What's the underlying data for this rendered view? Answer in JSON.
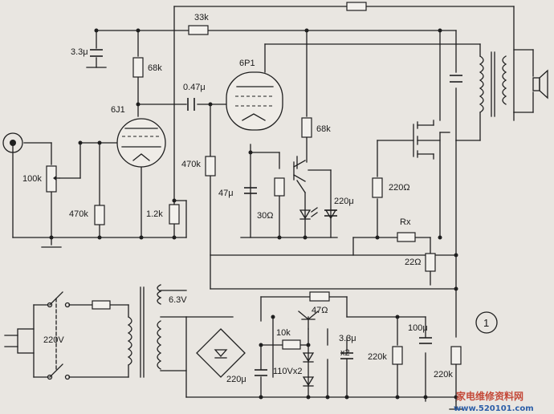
{
  "labels": {
    "r_33k": "33k",
    "c_3u3_top": "3.3μ",
    "r_68k_top": "68k",
    "tube_6p1": "6P1",
    "c_047u": "0.47μ",
    "tube_6j1": "6J1",
    "r_68k_mid": "68k",
    "r_470k_mid": "470k",
    "c_47u": "47μ",
    "r_100k": "100k",
    "r_220_right": "220Ω",
    "c_220u_mid": "220μ",
    "r_470k_left": "470k",
    "r_1k2": "1.2k",
    "r_30": "30Ω",
    "r_rx": "Rx",
    "r_22": "22Ω",
    "v_63": "6.3V",
    "r_47": "47Ω",
    "v_220": "220V",
    "r_10k": "10k",
    "c_3u3_x2": "3.3μ",
    "x2": "x2",
    "c_100u": "100μ",
    "r_220k_a": "220k",
    "c_220u_bot": "220μ",
    "d_110vx2": "110Vx2",
    "r_220k_b": "220k",
    "fig_no": "1"
  },
  "watermark": {
    "text": "家电维修资料网",
    "url": "www.520101.com"
  }
}
